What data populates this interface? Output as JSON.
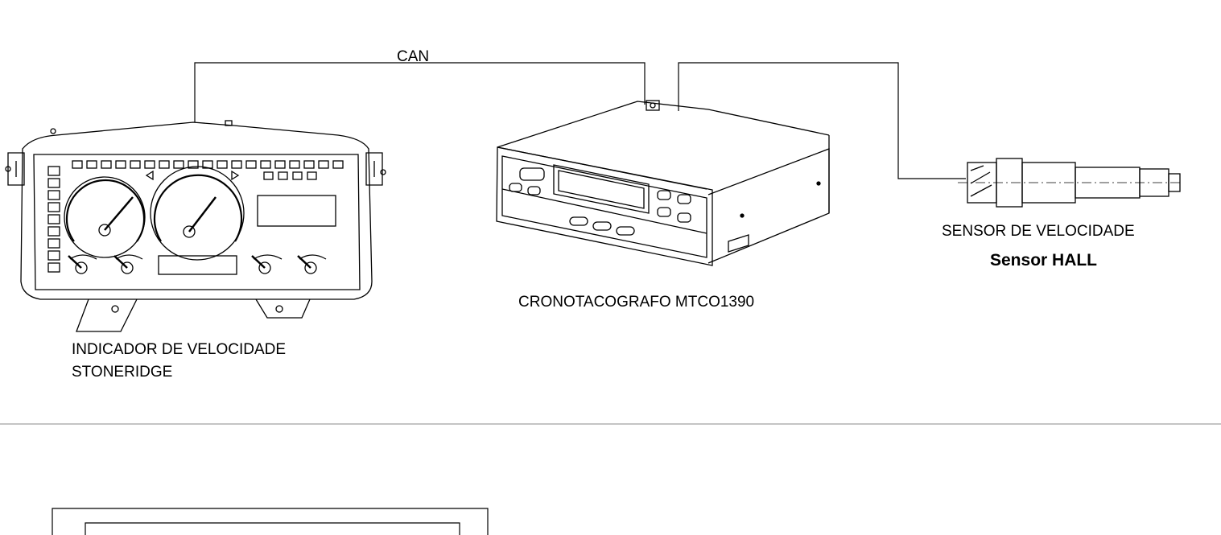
{
  "diagram": {
    "wire_label": "CAN",
    "instrument_cluster": {
      "name_line1": "INDICADOR DE VELOCIDADE",
      "name_line2": "STONERIDGE"
    },
    "tachograph": {
      "name": "CRONOTACOGRAFO MTCO1390"
    },
    "speed_sensor": {
      "name": "SENSOR DE VELOCIDADE",
      "type": "Sensor HALL"
    }
  },
  "colors": {
    "stroke": "#000000",
    "divider": "#888888",
    "background": "#ffffff"
  }
}
